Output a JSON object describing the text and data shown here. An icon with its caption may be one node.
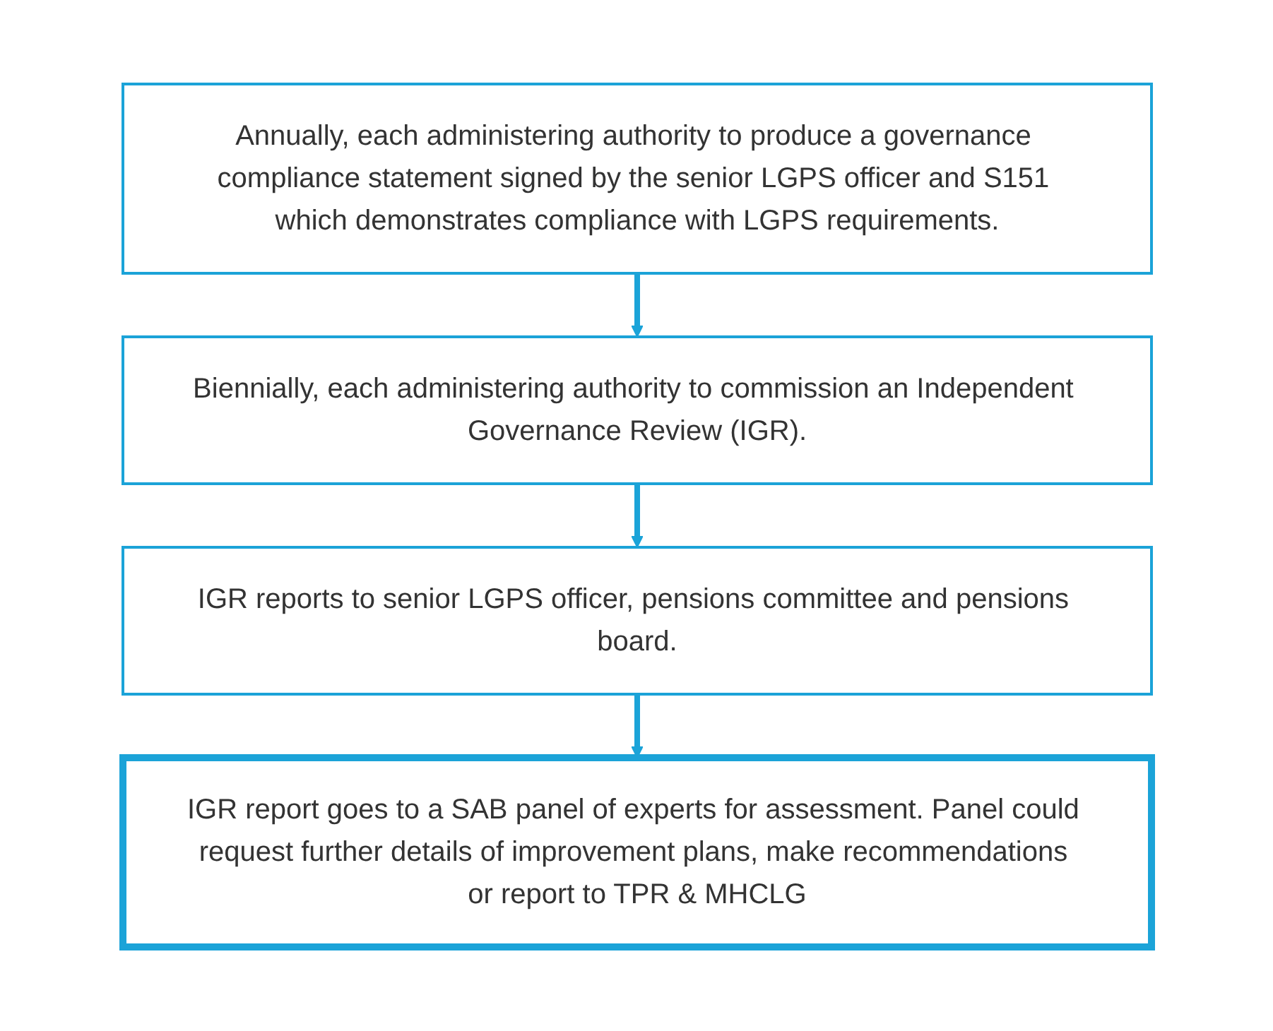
{
  "diagram": {
    "nodes": [
      {
        "text": [
          "Annually, each administering authority to produce a governance compliance statement signed by the senior LGPS officer and S151 which demonstrates compliance with LGPS requirements."
        ]
      },
      {
        "text": [
          "Biennially, each administering authority to commission an Independent Governance Review (IGR)."
        ]
      },
      {
        "text": [
          "IGR reports to senior LGPS officer, pensions committee and pensions board."
        ]
      },
      {
        "text": [
          "IGR report goes to a SAB panel of experts for assessment. Panel could request further details of improvement plans, make recommendations or report to TPR & MHCLG"
        ]
      }
    ],
    "edges": [
      {
        "from": 0,
        "to": 1,
        "arrow": "to"
      },
      {
        "from": 1,
        "to": 2,
        "arrow": "to"
      },
      {
        "from": 2,
        "to": 3,
        "arrow": "to"
      }
    ]
  }
}
